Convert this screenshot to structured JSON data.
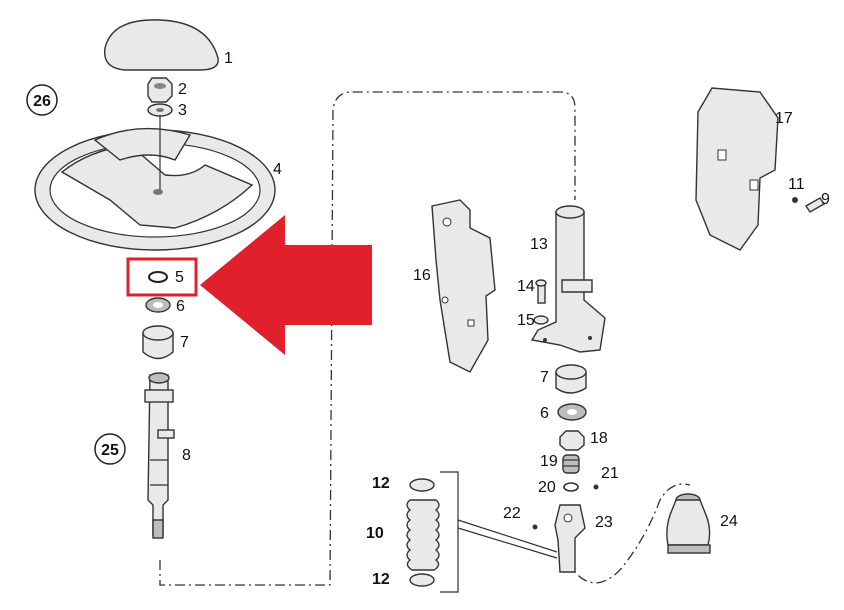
{
  "diagram": {
    "callouts": {
      "c1": "1",
      "c2": "2",
      "c3": "3",
      "c4": "4",
      "c5": "5",
      "c6": "6",
      "c7": "7",
      "c8": "8",
      "c6b": "6",
      "c7b": "7",
      "c9": "9",
      "c10": "10",
      "c11": "11",
      "c12a": "12",
      "c12b": "12",
      "c13": "13",
      "c14": "14",
      "c15": "15",
      "c16": "16",
      "c17": "17",
      "c18": "18",
      "c19": "19",
      "c20": "20",
      "c21": "21",
      "c22": "22",
      "c23": "23",
      "c24": "24"
    },
    "circled": {
      "c25": "25",
      "c26": "26"
    },
    "highlight_color": "#e0202a",
    "arrow_color": "#e0202a"
  }
}
